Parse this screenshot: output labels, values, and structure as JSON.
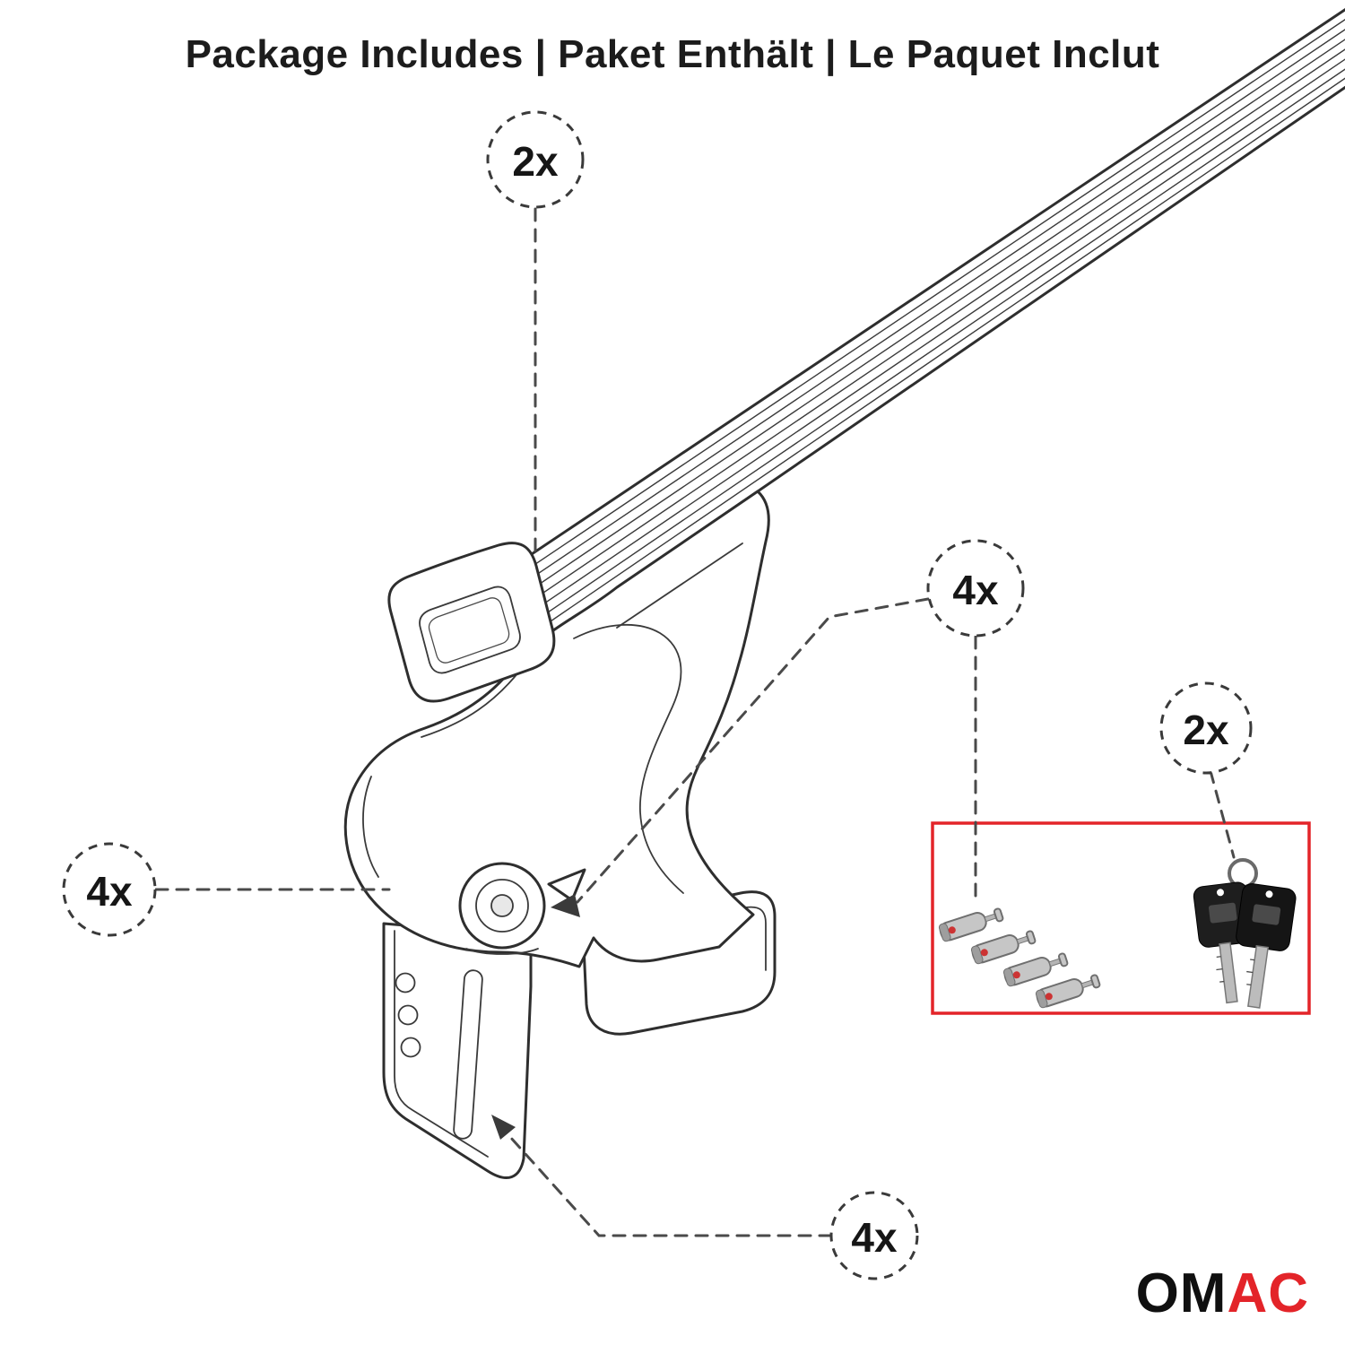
{
  "title": "Package Includes | Paket Enthält | Le Paquet Inclut",
  "callouts": {
    "crossbar_qty": "2x",
    "foot_qty": "4x",
    "locks_qty": "4x",
    "keys_qty": "2x",
    "clamp_qty": "4x"
  },
  "parts": {
    "crossbar": "roof rack crossbar",
    "foot": "mounting foot",
    "locks": "lock cylinders",
    "keys": "keys",
    "clamp": "clamp plate"
  },
  "logo": {
    "prefix": "OM",
    "suffix": "AC"
  },
  "colors": {
    "accent_red": "#e32429",
    "line_dark": "#2e2e2e"
  }
}
